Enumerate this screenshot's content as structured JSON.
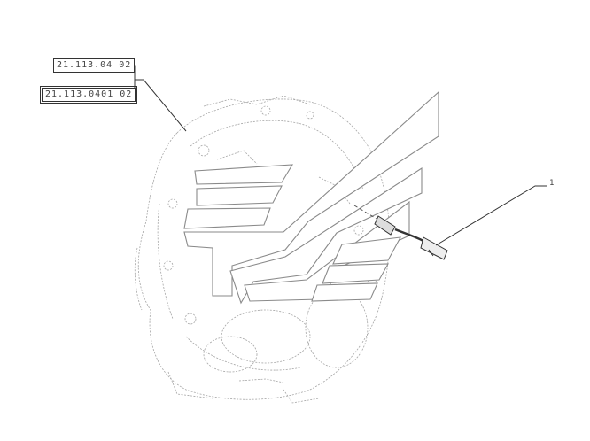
{
  "references": [
    {
      "code": "21.113.04 02"
    },
    {
      "code": "21.113.0401 02"
    }
  ],
  "callout": {
    "number": "1"
  },
  "colors": {
    "line": "#333333",
    "sketch": "#9a9a9a",
    "logo_stroke": "#8a8a8a",
    "background": "#ffffff"
  },
  "watermark": {
    "type": "logo-chevrons"
  },
  "part": {
    "name": "sensor-with-cable"
  }
}
